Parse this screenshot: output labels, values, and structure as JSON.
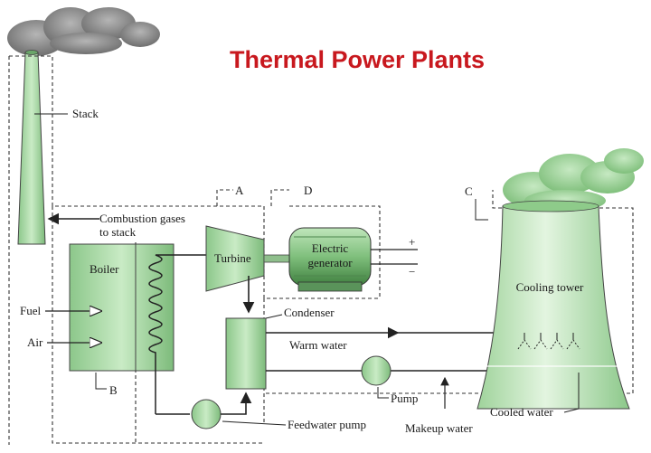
{
  "title": "Thermal Power Plants",
  "labels": {
    "stack": "Stack",
    "combustion_line1": "Combustion gases",
    "combustion_line2": "to stack",
    "boiler": "Boiler",
    "fuel": "Fuel",
    "air": "Air",
    "turbine": "Turbine",
    "generator_line1": "Electric",
    "generator_line2": "generator",
    "plus": "+",
    "minus": "−",
    "condenser": "Condenser",
    "warm_water": "Warm water",
    "pump": "Pump",
    "feedwater_pump": "Feedwater pump",
    "makeup_water": "Makeup water",
    "cooling_tower": "Cooling tower",
    "cooled_water": "Cooled water",
    "region_a": "A",
    "region_b": "B",
    "region_c": "C",
    "region_d": "D"
  },
  "colors": {
    "title": "#c8181e",
    "equipment_green": "#a9d8a5",
    "equipment_dark": "#5c9a5c",
    "smoke": "#8a8a8a",
    "steam_cloud": "#9fd09c"
  }
}
